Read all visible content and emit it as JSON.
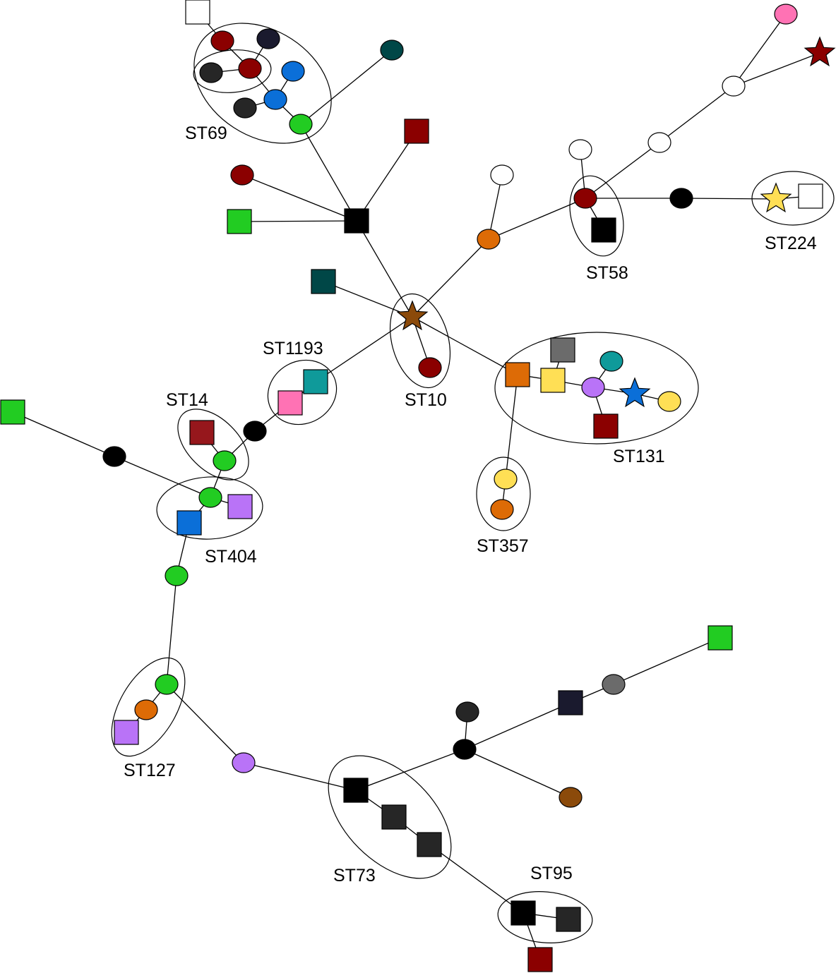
{
  "title": "",
  "clusters": [
    {
      "id": "st69",
      "label": "ST69"
    },
    {
      "id": "st58",
      "label": "ST58"
    },
    {
      "id": "st224",
      "label": "ST224"
    },
    {
      "id": "st10",
      "label": "ST10"
    },
    {
      "id": "st1193",
      "label": "ST1193"
    },
    {
      "id": "st14",
      "label": "ST14"
    },
    {
      "id": "st131",
      "label": "ST131"
    },
    {
      "id": "st404",
      "label": "ST404"
    },
    {
      "id": "st357",
      "label": "ST357"
    },
    {
      "id": "st127",
      "label": "ST127"
    },
    {
      "id": "st73",
      "label": "ST73"
    },
    {
      "id": "st95",
      "label": "ST95"
    }
  ],
  "colors": {
    "white": "#ffffff",
    "dark_red": "#8b0000",
    "maroon": "#96171c",
    "black": "#000000",
    "charcoal": "#262626",
    "navy_black": "#1a1a2e",
    "blue": "#0b6fd8",
    "green": "#22cc22",
    "dark_teal": "#004747",
    "teal": "#0f9a9a",
    "pink": "#ff72b4",
    "orange": "#dd6b06",
    "yellow": "#ffdf55",
    "purple": "#b973f7",
    "gray": "#6b6b6b",
    "brown": "#8b4a0a"
  },
  "nodes": [
    {
      "id": "n1",
      "shape": "square",
      "color": "white"
    },
    {
      "id": "n2",
      "shape": "circle",
      "color": "dark_red"
    },
    {
      "id": "n3",
      "shape": "circle",
      "color": "navy_black"
    },
    {
      "id": "n4",
      "shape": "circle",
      "color": "charcoal"
    },
    {
      "id": "n5",
      "shape": "circle",
      "color": "dark_red"
    },
    {
      "id": "n6",
      "shape": "circle",
      "color": "blue"
    },
    {
      "id": "n7",
      "shape": "circle",
      "color": "blue"
    },
    {
      "id": "n8",
      "shape": "circle",
      "color": "charcoal"
    },
    {
      "id": "n9",
      "shape": "circle",
      "color": "green"
    },
    {
      "id": "n10",
      "shape": "circle",
      "color": "dark_teal"
    },
    {
      "id": "n11",
      "shape": "square",
      "color": "dark_red"
    },
    {
      "id": "n12",
      "shape": "circle",
      "color": "dark_red"
    },
    {
      "id": "n13",
      "shape": "square",
      "color": "green"
    },
    {
      "id": "n14",
      "shape": "square",
      "color": "black"
    },
    {
      "id": "n15",
      "shape": "square",
      "color": "dark_teal"
    },
    {
      "id": "n16",
      "shape": "star",
      "color": "brown"
    },
    {
      "id": "n17",
      "shape": "circle",
      "color": "dark_red"
    },
    {
      "id": "n18",
      "shape": "circle",
      "color": "white"
    },
    {
      "id": "n19",
      "shape": "circle",
      "color": "orange"
    },
    {
      "id": "n20",
      "shape": "circle",
      "color": "white"
    },
    {
      "id": "n21",
      "shape": "circle",
      "color": "dark_red"
    },
    {
      "id": "n22",
      "shape": "square",
      "color": "black"
    },
    {
      "id": "n23",
      "shape": "circle",
      "color": "white"
    },
    {
      "id": "n24",
      "shape": "circle",
      "color": "white"
    },
    {
      "id": "n25",
      "shape": "circle",
      "color": "pink"
    },
    {
      "id": "n26",
      "shape": "star",
      "color": "dark_red"
    },
    {
      "id": "n27",
      "shape": "circle",
      "color": "black"
    },
    {
      "id": "n28",
      "shape": "star",
      "color": "yellow"
    },
    {
      "id": "n29",
      "shape": "square",
      "color": "white"
    },
    {
      "id": "n30",
      "shape": "square",
      "color": "teal"
    },
    {
      "id": "n31",
      "shape": "square",
      "color": "pink"
    },
    {
      "id": "n32",
      "shape": "circle",
      "color": "black"
    },
    {
      "id": "n33",
      "shape": "square",
      "color": "maroon"
    },
    {
      "id": "n34",
      "shape": "circle",
      "color": "green"
    },
    {
      "id": "n35",
      "shape": "square",
      "color": "green"
    },
    {
      "id": "n36",
      "shape": "circle",
      "color": "black"
    },
    {
      "id": "n37",
      "shape": "circle",
      "color": "green"
    },
    {
      "id": "n38",
      "shape": "square",
      "color": "purple"
    },
    {
      "id": "n39",
      "shape": "square",
      "color": "blue"
    },
    {
      "id": "n40",
      "shape": "circle",
      "color": "green"
    },
    {
      "id": "n41",
      "shape": "square",
      "color": "orange"
    },
    {
      "id": "n42",
      "shape": "square",
      "color": "gray"
    },
    {
      "id": "n43",
      "shape": "square",
      "color": "yellow"
    },
    {
      "id": "n44",
      "shape": "circle",
      "color": "teal"
    },
    {
      "id": "n45",
      "shape": "circle",
      "color": "purple"
    },
    {
      "id": "n46",
      "shape": "star",
      "color": "blue"
    },
    {
      "id": "n47",
      "shape": "circle",
      "color": "yellow"
    },
    {
      "id": "n48",
      "shape": "square",
      "color": "dark_red"
    },
    {
      "id": "n49",
      "shape": "circle",
      "color": "yellow"
    },
    {
      "id": "n50",
      "shape": "circle",
      "color": "orange"
    },
    {
      "id": "n51",
      "shape": "circle",
      "color": "green"
    },
    {
      "id": "n52",
      "shape": "circle",
      "color": "orange"
    },
    {
      "id": "n53",
      "shape": "square",
      "color": "purple"
    },
    {
      "id": "n54",
      "shape": "circle",
      "color": "purple"
    },
    {
      "id": "n55",
      "shape": "square",
      "color": "black"
    },
    {
      "id": "n56",
      "shape": "square",
      "color": "charcoal"
    },
    {
      "id": "n57",
      "shape": "square",
      "color": "charcoal"
    },
    {
      "id": "n58",
      "shape": "circle",
      "color": "charcoal"
    },
    {
      "id": "n59",
      "shape": "circle",
      "color": "black"
    },
    {
      "id": "n60",
      "shape": "square",
      "color": "navy_black"
    },
    {
      "id": "n61",
      "shape": "circle",
      "color": "gray"
    },
    {
      "id": "n62",
      "shape": "square",
      "color": "green"
    },
    {
      "id": "n63",
      "shape": "circle",
      "color": "brown"
    },
    {
      "id": "n64",
      "shape": "square",
      "color": "black"
    },
    {
      "id": "n65",
      "shape": "square",
      "color": "charcoal"
    },
    {
      "id": "n66",
      "shape": "square",
      "color": "dark_red"
    }
  ],
  "edges": [
    [
      "n1",
      "n2"
    ],
    [
      "n2",
      "n5"
    ],
    [
      "n3",
      "n5"
    ],
    [
      "n4",
      "n5"
    ],
    [
      "n5",
      "n7"
    ],
    [
      "n6",
      "n7"
    ],
    [
      "n8",
      "n7"
    ],
    [
      "n7",
      "n9"
    ],
    [
      "n9",
      "n10"
    ],
    [
      "n9",
      "n14"
    ],
    [
      "n11",
      "n14"
    ],
    [
      "n12",
      "n14"
    ],
    [
      "n13",
      "n14"
    ],
    [
      "n14",
      "n16"
    ],
    [
      "n15",
      "n16"
    ],
    [
      "n16",
      "n17"
    ],
    [
      "n16",
      "n19"
    ],
    [
      "n19",
      "n18"
    ],
    [
      "n19",
      "n21"
    ],
    [
      "n21",
      "n20"
    ],
    [
      "n21",
      "n22"
    ],
    [
      "n21",
      "n23"
    ],
    [
      "n23",
      "n24"
    ],
    [
      "n24",
      "n25"
    ],
    [
      "n24",
      "n26"
    ],
    [
      "n21",
      "n27"
    ],
    [
      "n27",
      "n28"
    ],
    [
      "n28",
      "n29"
    ],
    [
      "n16",
      "n30"
    ],
    [
      "n30",
      "n31"
    ],
    [
      "n16",
      "n41"
    ],
    [
      "n31",
      "n32"
    ],
    [
      "n32",
      "n34"
    ],
    [
      "n33",
      "n34"
    ],
    [
      "n34",
      "n37"
    ],
    [
      "n0a",
      "n0b"
    ],
    [
      "n35",
      "n36"
    ],
    [
      "n36",
      "n37"
    ],
    [
      "n37",
      "n38"
    ],
    [
      "n37",
      "n39"
    ],
    [
      "n39",
      "n40"
    ],
    [
      "n40",
      "n51"
    ],
    [
      "n51",
      "n52"
    ],
    [
      "n52",
      "n53"
    ],
    [
      "n51",
      "n54"
    ],
    [
      "n54",
      "n55"
    ],
    [
      "n55",
      "n56"
    ],
    [
      "n56",
      "n57"
    ],
    [
      "n57",
      "n64"
    ],
    [
      "n64",
      "n65"
    ],
    [
      "n64",
      "n66"
    ],
    [
      "n55",
      "n59"
    ],
    [
      "n58",
      "n59"
    ],
    [
      "n59",
      "n60"
    ],
    [
      "n60",
      "n61"
    ],
    [
      "n61",
      "n62"
    ],
    [
      "n59",
      "n63"
    ],
    [
      "n41",
      "n43"
    ],
    [
      "n42",
      "n43"
    ],
    [
      "n43",
      "n45"
    ],
    [
      "n44",
      "n45"
    ],
    [
      "n45",
      "n46"
    ],
    [
      "n46",
      "n47"
    ],
    [
      "n45",
      "n48"
    ],
    [
      "n41",
      "n49"
    ],
    [
      "n49",
      "n50"
    ]
  ]
}
